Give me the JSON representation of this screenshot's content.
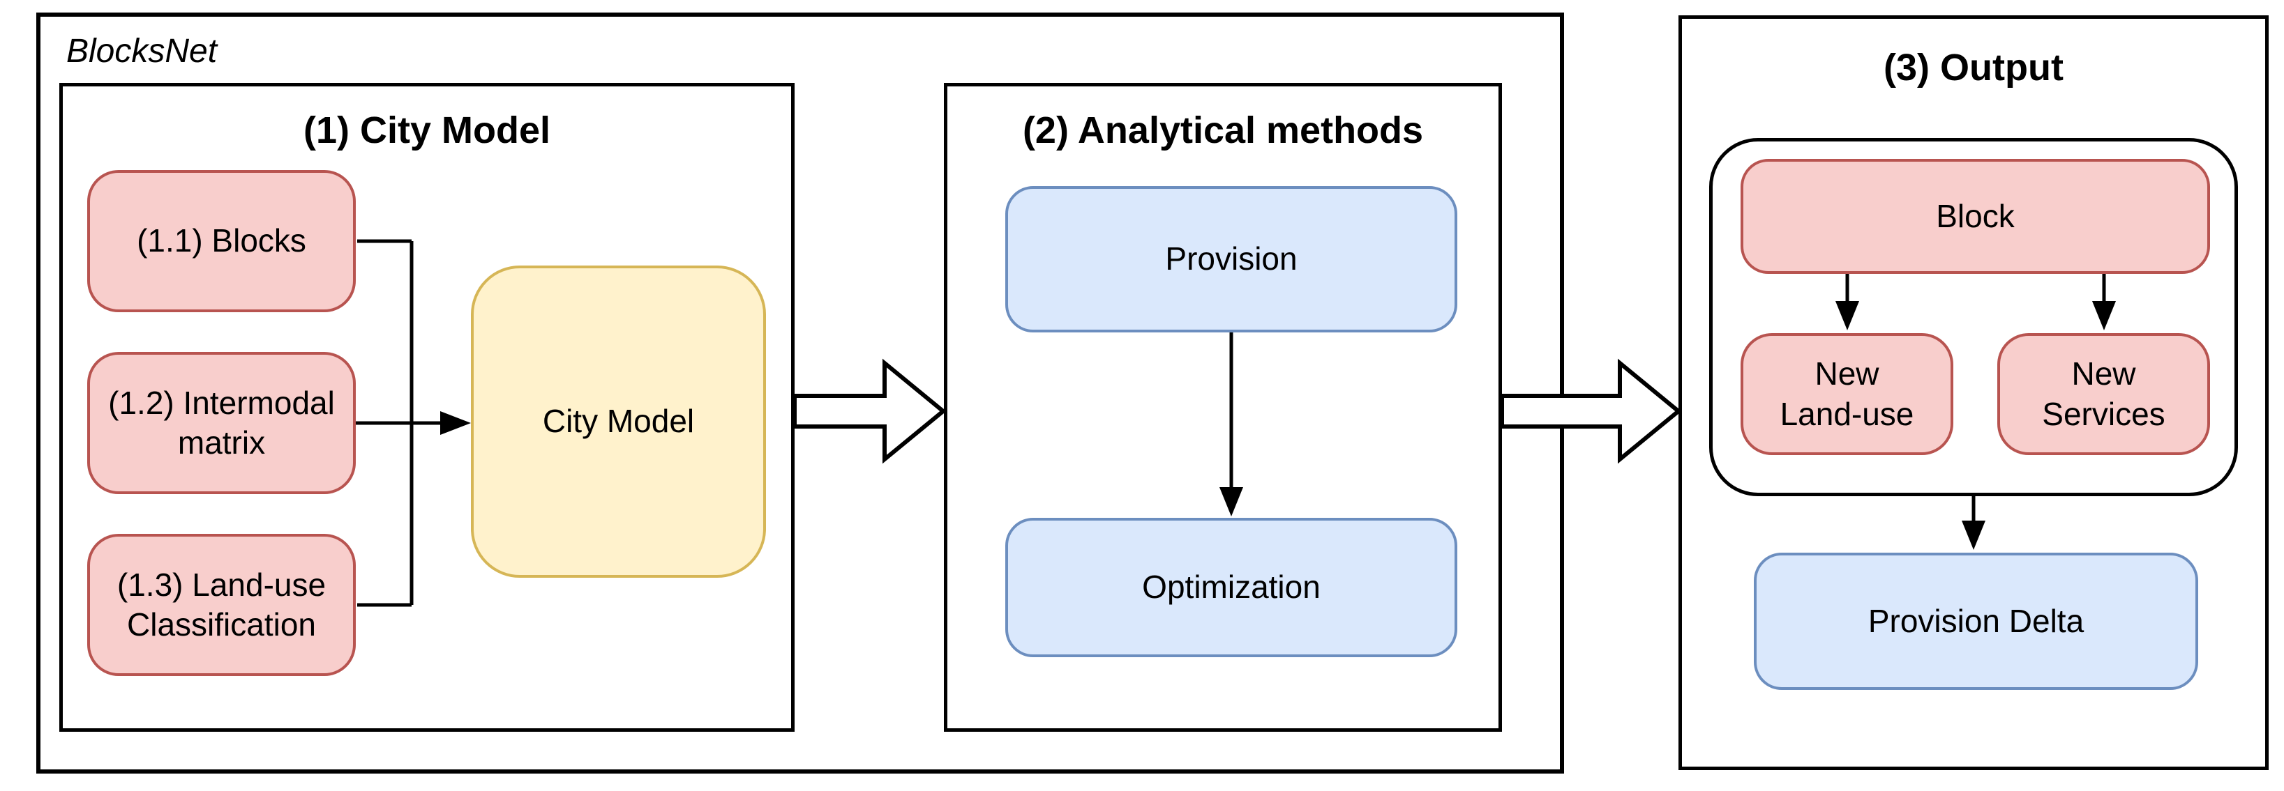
{
  "page": {
    "label": "BlocksNet"
  },
  "sections": {
    "city_model": {
      "heading": "(1) City Model",
      "nodes": {
        "blocks": "(1.1) Blocks",
        "intermodal": "(1.2) Intermodal\nmatrix",
        "landuse": "(1.3) Land-use\nClassification",
        "city_model": "City Model"
      }
    },
    "analytical": {
      "heading": "(2) Analytical methods",
      "nodes": {
        "provision": "Provision",
        "optimization": "Optimization"
      }
    },
    "output": {
      "heading": "(3) Output",
      "nodes": {
        "block": "Block",
        "new_landuse": "New\nLand-use",
        "new_services": "New\nServices",
        "provision_delta": "Provision Delta"
      }
    }
  },
  "colors": {
    "background": "#ffffff",
    "line": "#000000",
    "node_pink_fill": "#f8cecc",
    "node_pink_stroke": "#b85450",
    "node_yellow_fill": "#fff2cc",
    "node_yellow_stroke": "#d6b656",
    "node_blue_fill": "#dae8fc",
    "node_blue_stroke": "#6c8ebf"
  }
}
